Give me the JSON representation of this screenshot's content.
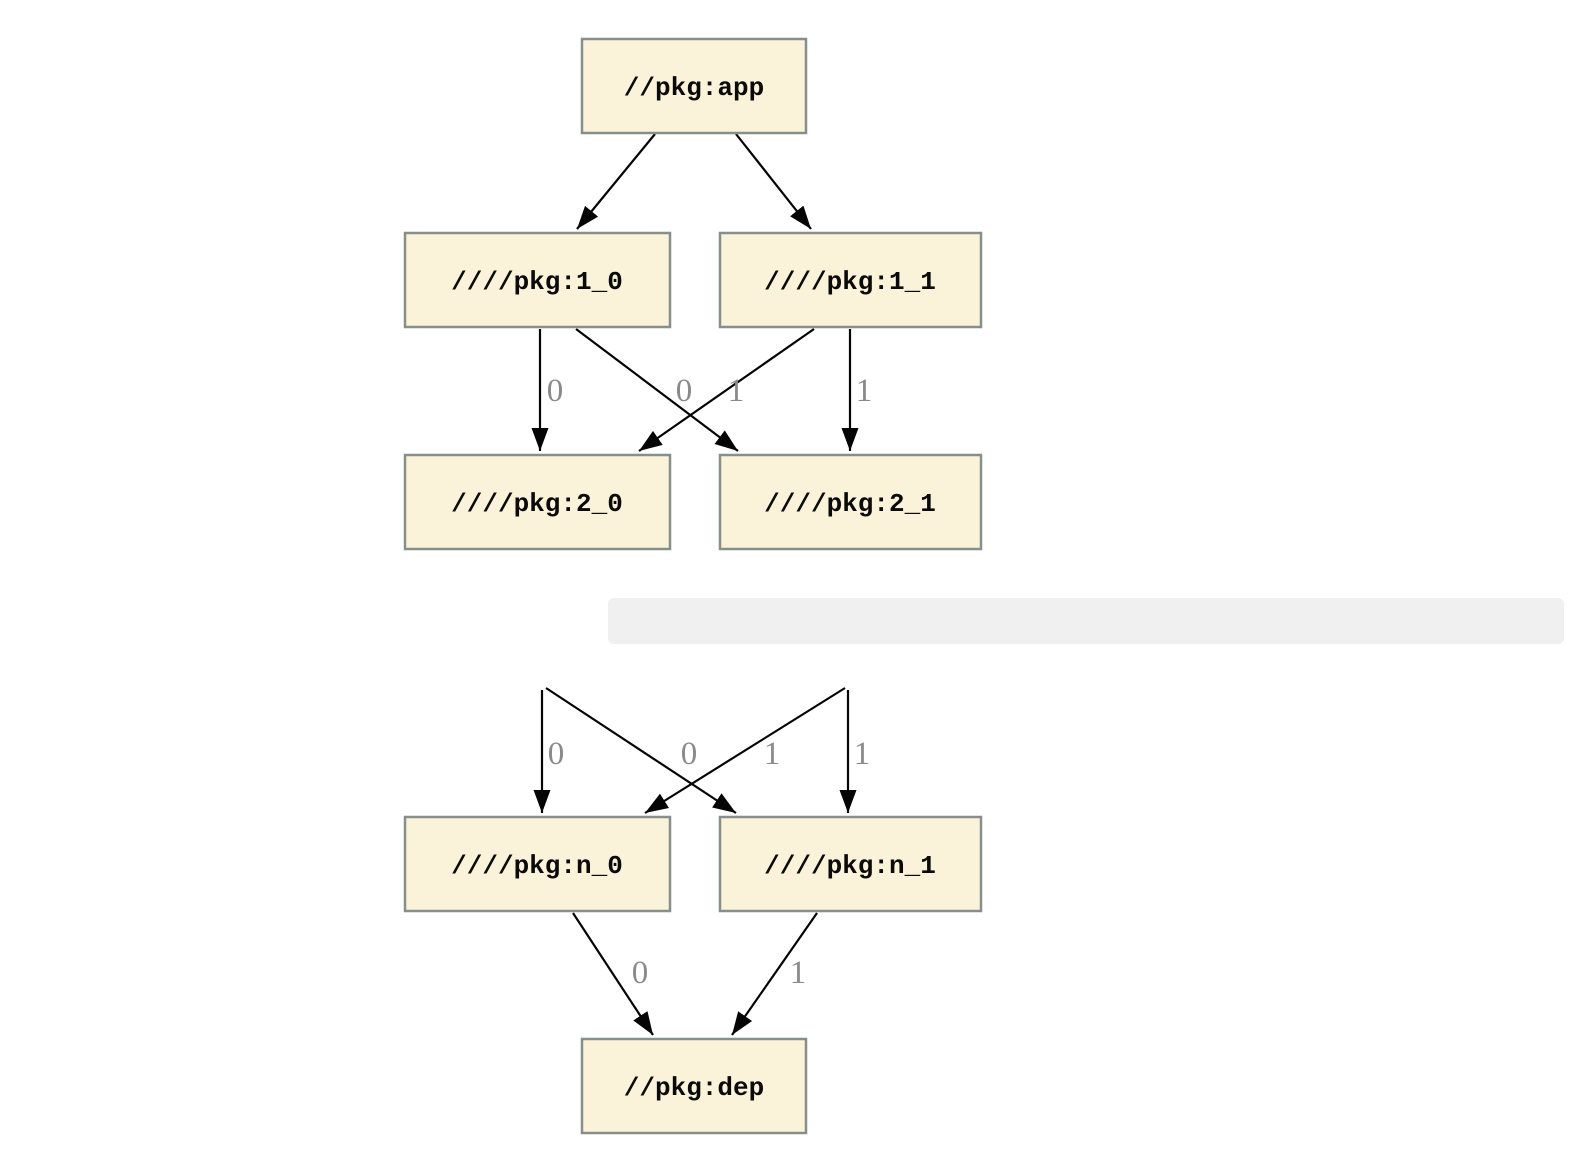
{
  "diagram": {
    "node_fill": "#FBF3D9",
    "node_border": "#878F8A",
    "edge_color": "#050505",
    "edge_label_color": "#8A8A8A",
    "separator_background": "#F0F0F0"
  },
  "graph1": {
    "nodes": {
      "app": "//pkg:app",
      "l1_0": "////pkg:1_0",
      "l1_1": "////pkg:1_1",
      "l2_0": "////pkg:2_0",
      "l2_1": "////pkg:2_1"
    },
    "edge_labels": {
      "e1_0_to_2_0": "0",
      "e1_0_to_2_1": "0",
      "e1_1_to_2_0": "1",
      "e1_1_to_2_1": "1"
    }
  },
  "separator": {
    "text": ". . ."
  },
  "graph2": {
    "nodes": {
      "n_0": "////pkg:n_0",
      "n_1": "////pkg:n_1",
      "dep": "//pkg:dep"
    },
    "edge_labels": {
      "into_n0_vertical": "0",
      "into_n1_diagonal": "0",
      "into_n0_diagonal": "1",
      "into_n1_vertical": "1",
      "n_0_to_dep": "0",
      "n_1_to_dep": "1"
    }
  }
}
